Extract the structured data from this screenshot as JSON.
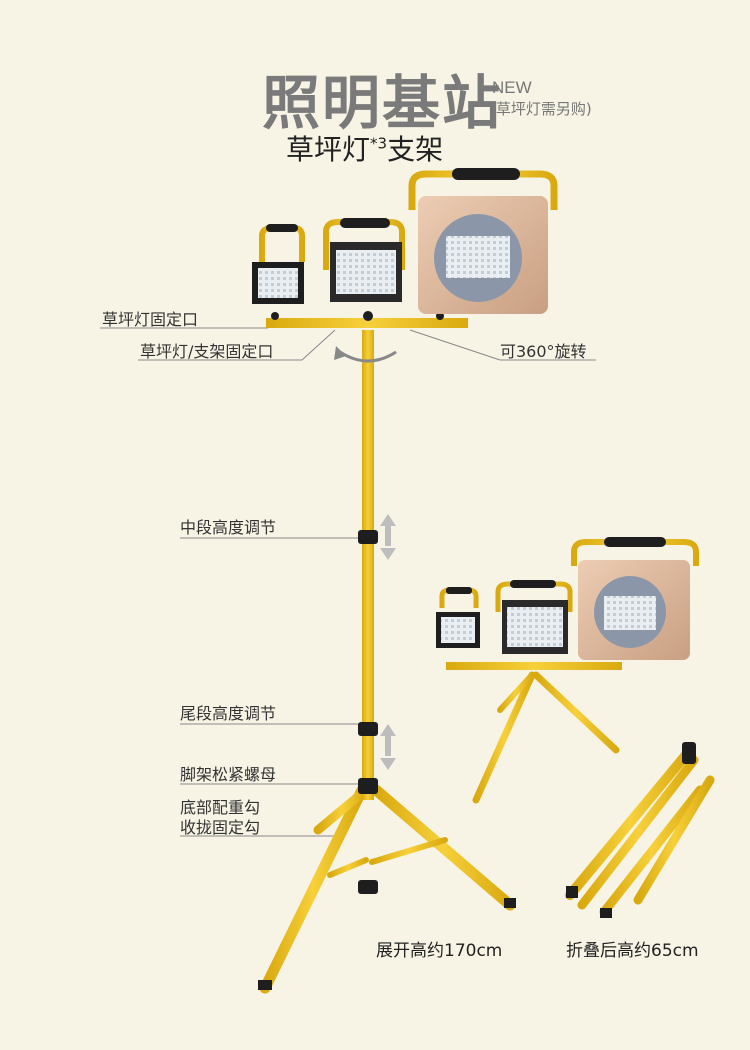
{
  "header": {
    "title": "照明基站",
    "new_tag": "NEW",
    "note": "(草坪灯需另购)",
    "subtitle_main": "草坪灯",
    "subtitle_mult": "*3",
    "subtitle_tail": "支架"
  },
  "labels": {
    "lamp_mount": "草坪灯固定口",
    "lamp_stand_mount": "草坪灯/支架固定口",
    "rotate": "可360°旋转",
    "mid_height": "中段高度调节",
    "tail_height": "尾段高度调节",
    "tripod_nut": "脚架松紧螺母",
    "hook_line1": "底部配重勾",
    "hook_line2": "收拢固定勾"
  },
  "captions": {
    "expanded": "展开高约170cm",
    "folded": "折叠后高约65cm"
  },
  "colors": {
    "background": "#f7f4e6",
    "stand_yellow": "#f2c21b",
    "lamp_gold": "#d8b59a",
    "lamp_black": "#1e1e1e"
  }
}
